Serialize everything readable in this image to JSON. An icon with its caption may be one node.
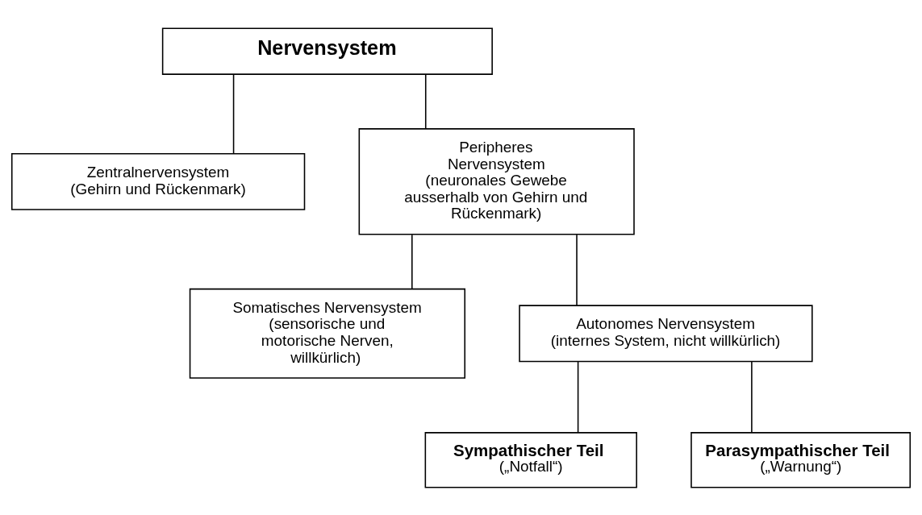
{
  "diagram": {
    "nodes": [
      {
        "text": [
          "Nervensystem"
        ]
      },
      {
        "text": [
          "Zentralnervensystem",
          "(Gehirn und Rückenmark)"
        ]
      },
      {
        "text": [
          "Peripheres Nervensystem",
          "(neuronales Gewebe ausserhalb von Gehirn und Rückenmark)"
        ]
      },
      {
        "text": [
          "Somatisches Nervensystem",
          "(sensorische und motorische Nerven, willkürlich)"
        ]
      },
      {
        "text": [
          "Autonomes Nervensystem",
          "(internes System, nicht willkürlich)"
        ]
      },
      {
        "text": [
          "Sympathischer Teil",
          "(„Notfall“)"
        ]
      },
      {
        "text": [
          "Parasympathischer Teil",
          "(„Warnung“)"
        ]
      }
    ],
    "edges": [
      {
        "from": 0,
        "to": 1,
        "arrow": "none"
      },
      {
        "from": 0,
        "to": 2,
        "arrow": "none"
      },
      {
        "from": 2,
        "to": 3,
        "arrow": "none"
      },
      {
        "from": 2,
        "to": 4,
        "arrow": "none"
      },
      {
        "from": 4,
        "to": 5,
        "arrow": "none"
      },
      {
        "from": 4,
        "to": 6,
        "arrow": "none"
      }
    ]
  }
}
